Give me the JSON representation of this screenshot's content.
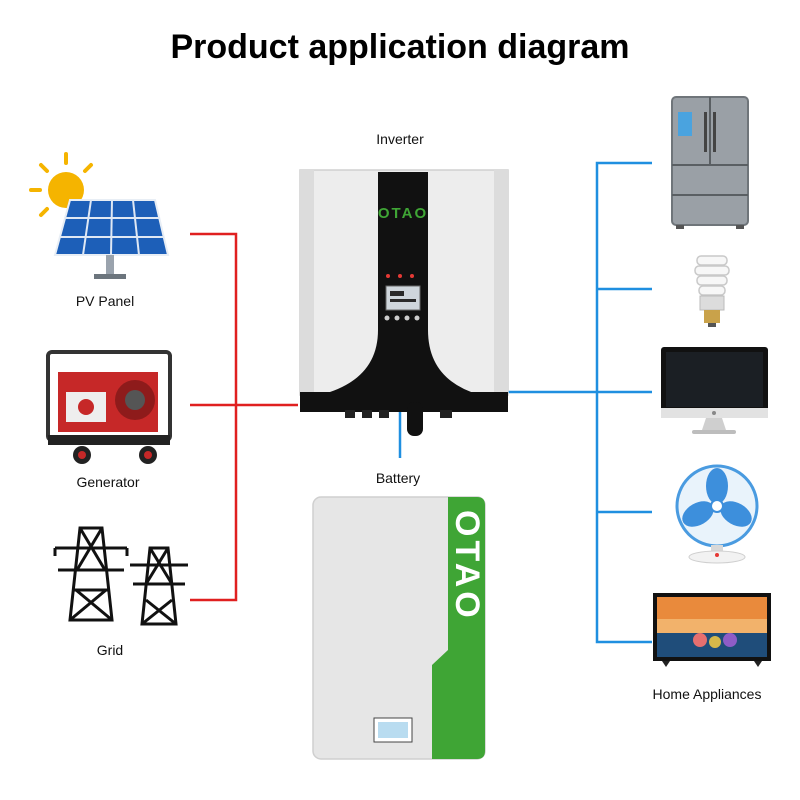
{
  "title": "Product application diagram",
  "labels": {
    "inverter": "Inverter",
    "battery": "Battery",
    "pv_panel": "PV Panel",
    "generator": "Generator",
    "grid": "Grid",
    "home_appliances": "Home Appliances"
  },
  "brand": {
    "inverter_logo": "OTAO",
    "battery_logo": "OTAO"
  },
  "colors": {
    "input_line": "#e02020",
    "output_line": "#1f8fe0",
    "battery_line": "#1f8fe0",
    "brand_green": "#3fa535"
  },
  "icons": [
    "sun-icon",
    "solar-panel-icon",
    "generator-icon",
    "power-tower-icon",
    "refrigerator-icon",
    "light-bulb-icon",
    "monitor-icon",
    "fan-icon",
    "television-icon"
  ]
}
